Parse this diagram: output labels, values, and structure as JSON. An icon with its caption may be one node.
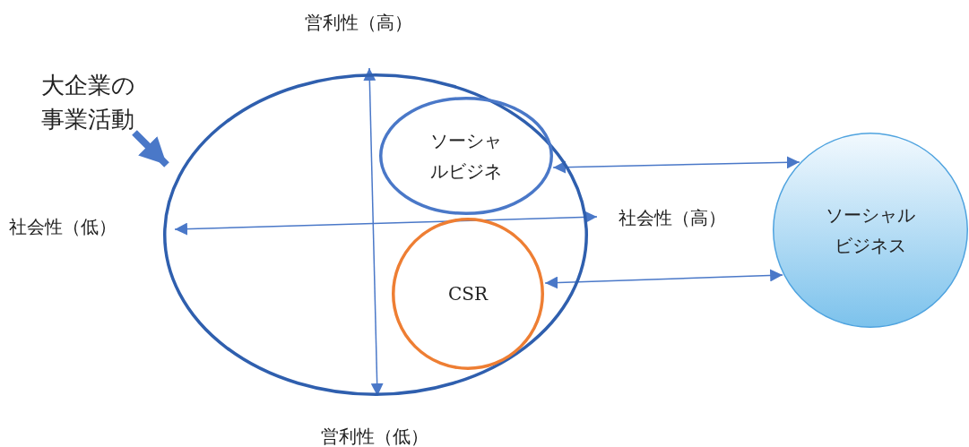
{
  "diagram": {
    "nodes": [
      {
        "text": [
          "大企業の事業活動"
        ]
      },
      {
        "text": [],
        "shape": "ellipse"
      },
      {
        "text": [
          "ソーシャルビジネ"
        ],
        "in": 1
      },
      {
        "text": [
          "CSR"
        ],
        "in": 1
      },
      {
        "text": [
          "ソーシャルビジネス"
        ]
      }
    ],
    "edges": [
      {
        "from": 0,
        "to": 1,
        "arrow": "to",
        "style": "thick"
      },
      {
        "from": 2,
        "to": 4,
        "arrow": "both"
      },
      {
        "from": 3,
        "to": 4,
        "arrow": "both"
      }
    ],
    "labels": [
      "営利性（高）",
      "社会性（低）",
      "社会性（高）",
      "営利性（低）"
    ]
  }
}
